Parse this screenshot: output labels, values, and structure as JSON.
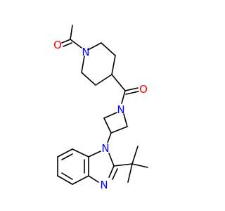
{
  "molecule": {
    "atoms": {
      "o_acetyl": "O",
      "n_piperidine": "N",
      "o_carbonyl": "O",
      "n_azetidine": "N",
      "n_benzimidazole_1": "N",
      "n_benzimidazole_3": "N"
    },
    "colors": {
      "oxygen": "#ff0000",
      "nitrogen": "#0000ff",
      "bond": "#000000",
      "background": "#ffffff"
    }
  }
}
